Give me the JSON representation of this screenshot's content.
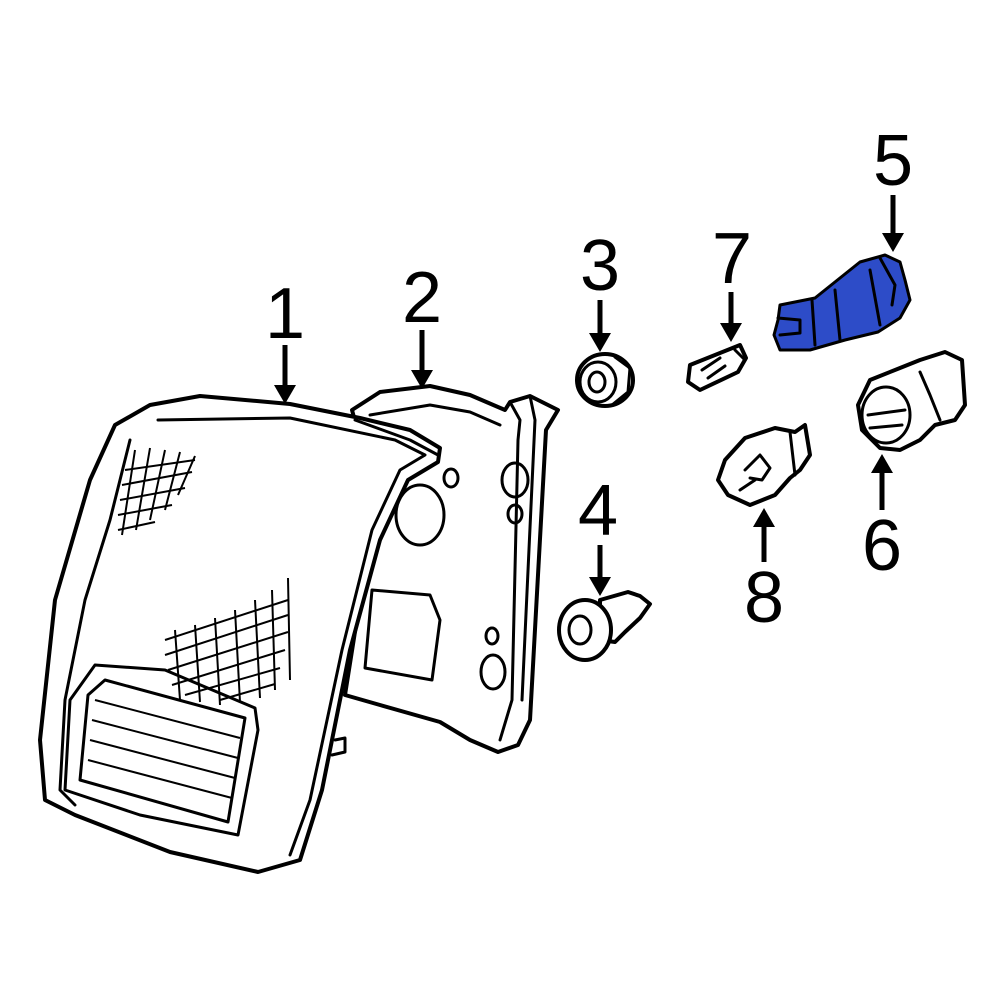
{
  "diagram": {
    "highlight_color": "#2d4cc8",
    "callouts": [
      {
        "id": "1",
        "label": "1"
      },
      {
        "id": "2",
        "label": "2"
      },
      {
        "id": "3",
        "label": "3"
      },
      {
        "id": "4",
        "label": "4"
      },
      {
        "id": "5",
        "label": "5"
      },
      {
        "id": "6",
        "label": "6"
      },
      {
        "id": "7",
        "label": "7"
      },
      {
        "id": "8",
        "label": "8"
      }
    ],
    "highlighted_part": "5"
  }
}
